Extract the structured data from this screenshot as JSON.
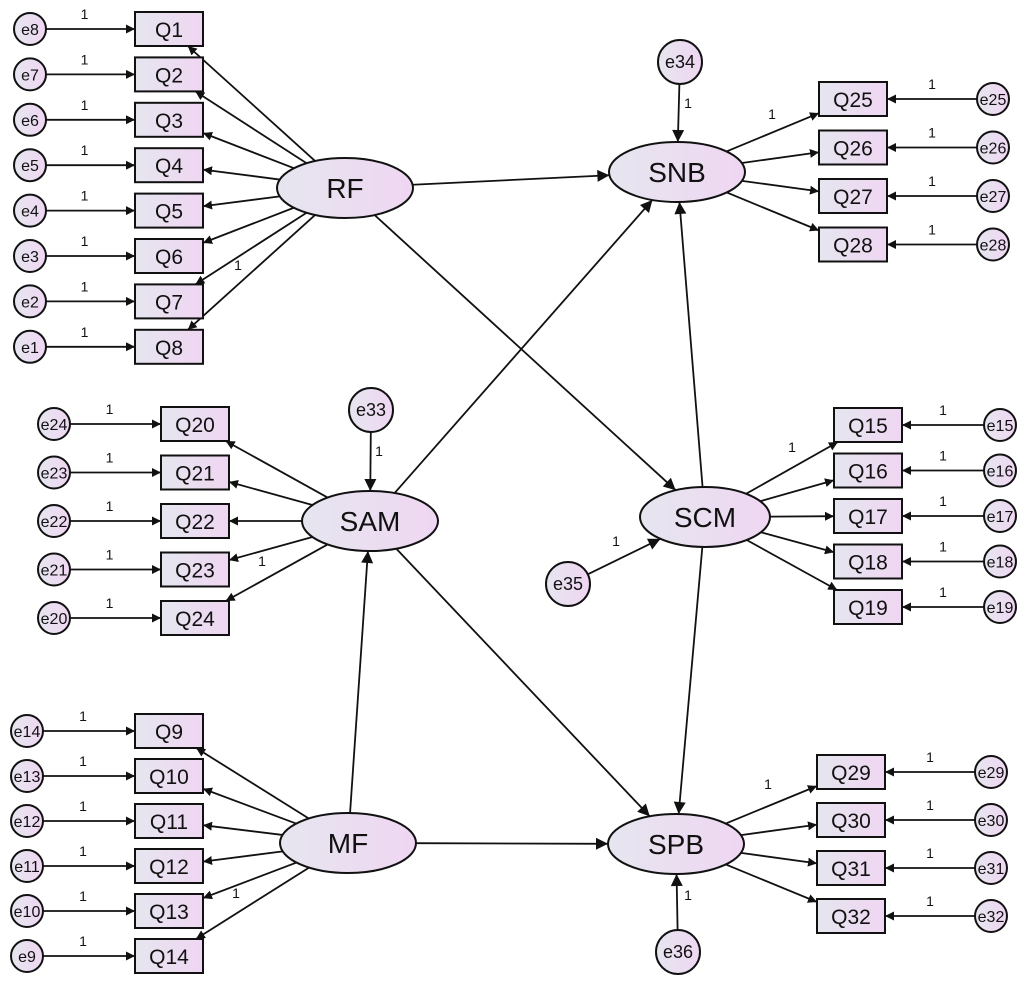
{
  "diagram": {
    "colors": {
      "fill_dark": "#e6e6ef",
      "fill_light": "#efd6f2",
      "stroke": "#111111"
    },
    "latents": [
      "RF",
      "SAM",
      "MF",
      "SNB",
      "SCM",
      "SPB"
    ],
    "indicators": [
      "Q1",
      "Q2",
      "Q3",
      "Q4",
      "Q5",
      "Q6",
      "Q7",
      "Q8",
      "Q9",
      "Q10",
      "Q11",
      "Q12",
      "Q13",
      "Q14",
      "Q15",
      "Q16",
      "Q17",
      "Q18",
      "Q19",
      "Q20",
      "Q21",
      "Q22",
      "Q23",
      "Q24",
      "Q25",
      "Q26",
      "Q27",
      "Q28",
      "Q29",
      "Q30",
      "Q31",
      "Q32"
    ],
    "errors": [
      "e1",
      "e2",
      "e3",
      "e4",
      "e5",
      "e6",
      "e7",
      "e8",
      "e9",
      "e10",
      "e11",
      "e12",
      "e13",
      "e14",
      "e15",
      "e16",
      "e17",
      "e18",
      "e19",
      "e20",
      "e21",
      "e22",
      "e23",
      "e24",
      "e25",
      "e26",
      "e27",
      "e28",
      "e29",
      "e30",
      "e31",
      "e32",
      "e33",
      "e34",
      "e35",
      "e36"
    ],
    "measurement": {
      "RF": [
        "Q1",
        "Q2",
        "Q3",
        "Q4",
        "Q5",
        "Q6",
        "Q7",
        "Q8"
      ],
      "SAM": [
        "Q20",
        "Q21",
        "Q22",
        "Q23",
        "Q24"
      ],
      "MF": [
        "Q9",
        "Q10",
        "Q11",
        "Q12",
        "Q13",
        "Q14"
      ],
      "SNB": [
        "Q25",
        "Q26",
        "Q27",
        "Q28"
      ],
      "SCM": [
        "Q15",
        "Q16",
        "Q17",
        "Q18",
        "Q19"
      ],
      "SPB": [
        "Q29",
        "Q30",
        "Q31",
        "Q32"
      ]
    },
    "structural_paths": [
      [
        "RF",
        "SNB"
      ],
      [
        "RF",
        "SCM"
      ],
      [
        "SAM",
        "SNB"
      ],
      [
        "SAM",
        "SPB"
      ],
      [
        "MF",
        "SAM"
      ],
      [
        "MF",
        "SPB"
      ],
      [
        "SCM",
        "SNB"
      ],
      [
        "SCM",
        "SPB"
      ]
    ],
    "error_links": {
      "e1": "Q8",
      "e2": "Q7",
      "e3": "Q6",
      "e4": "Q5",
      "e5": "Q4",
      "e6": "Q3",
      "e7": "Q2",
      "e8": "Q1",
      "e9": "Q14",
      "e10": "Q13",
      "e11": "Q12",
      "e12": "Q11",
      "e13": "Q10",
      "e14": "Q9",
      "e15": "Q15",
      "e16": "Q16",
      "e17": "Q17",
      "e18": "Q18",
      "e19": "Q19",
      "e20": "Q24",
      "e21": "Q23",
      "e22": "Q22",
      "e23": "Q21",
      "e24": "Q20",
      "e25": "Q25",
      "e26": "Q26",
      "e27": "Q27",
      "e28": "Q28",
      "e29": "Q29",
      "e30": "Q30",
      "e31": "Q31",
      "e32": "Q32",
      "e33": "SAM",
      "e34": "SNB",
      "e35": "SCM",
      "e36": "SPB"
    },
    "fixed_label": "1"
  }
}
